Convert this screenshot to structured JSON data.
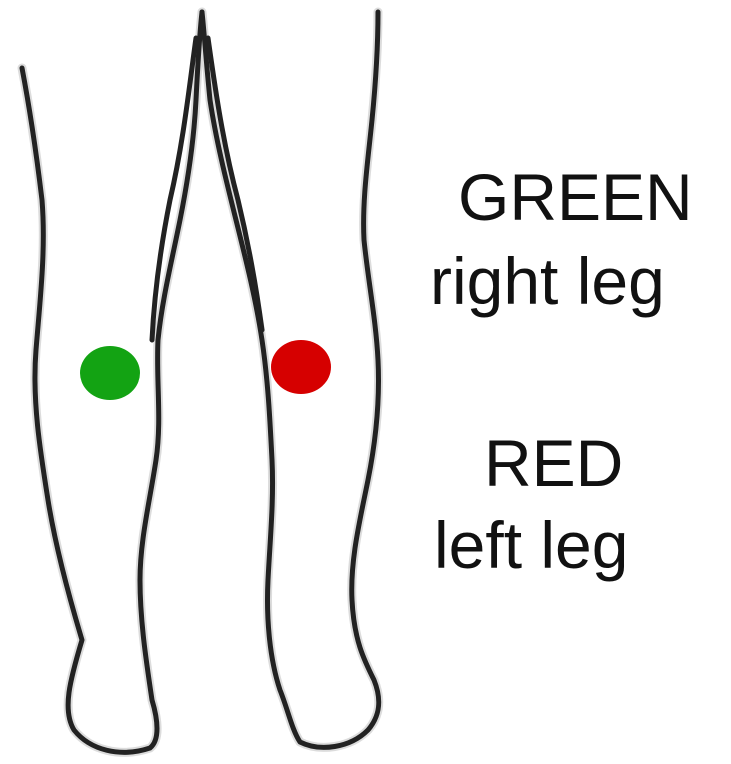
{
  "legend": {
    "green": {
      "title": "GREEN",
      "description": "right leg",
      "color": "#13a313"
    },
    "red": {
      "title": "RED",
      "description": "left leg",
      "color": "#d60000"
    }
  },
  "figure": {
    "subject": "legs-outline",
    "marker_colors": [
      "#13a313",
      "#d60000"
    ]
  }
}
